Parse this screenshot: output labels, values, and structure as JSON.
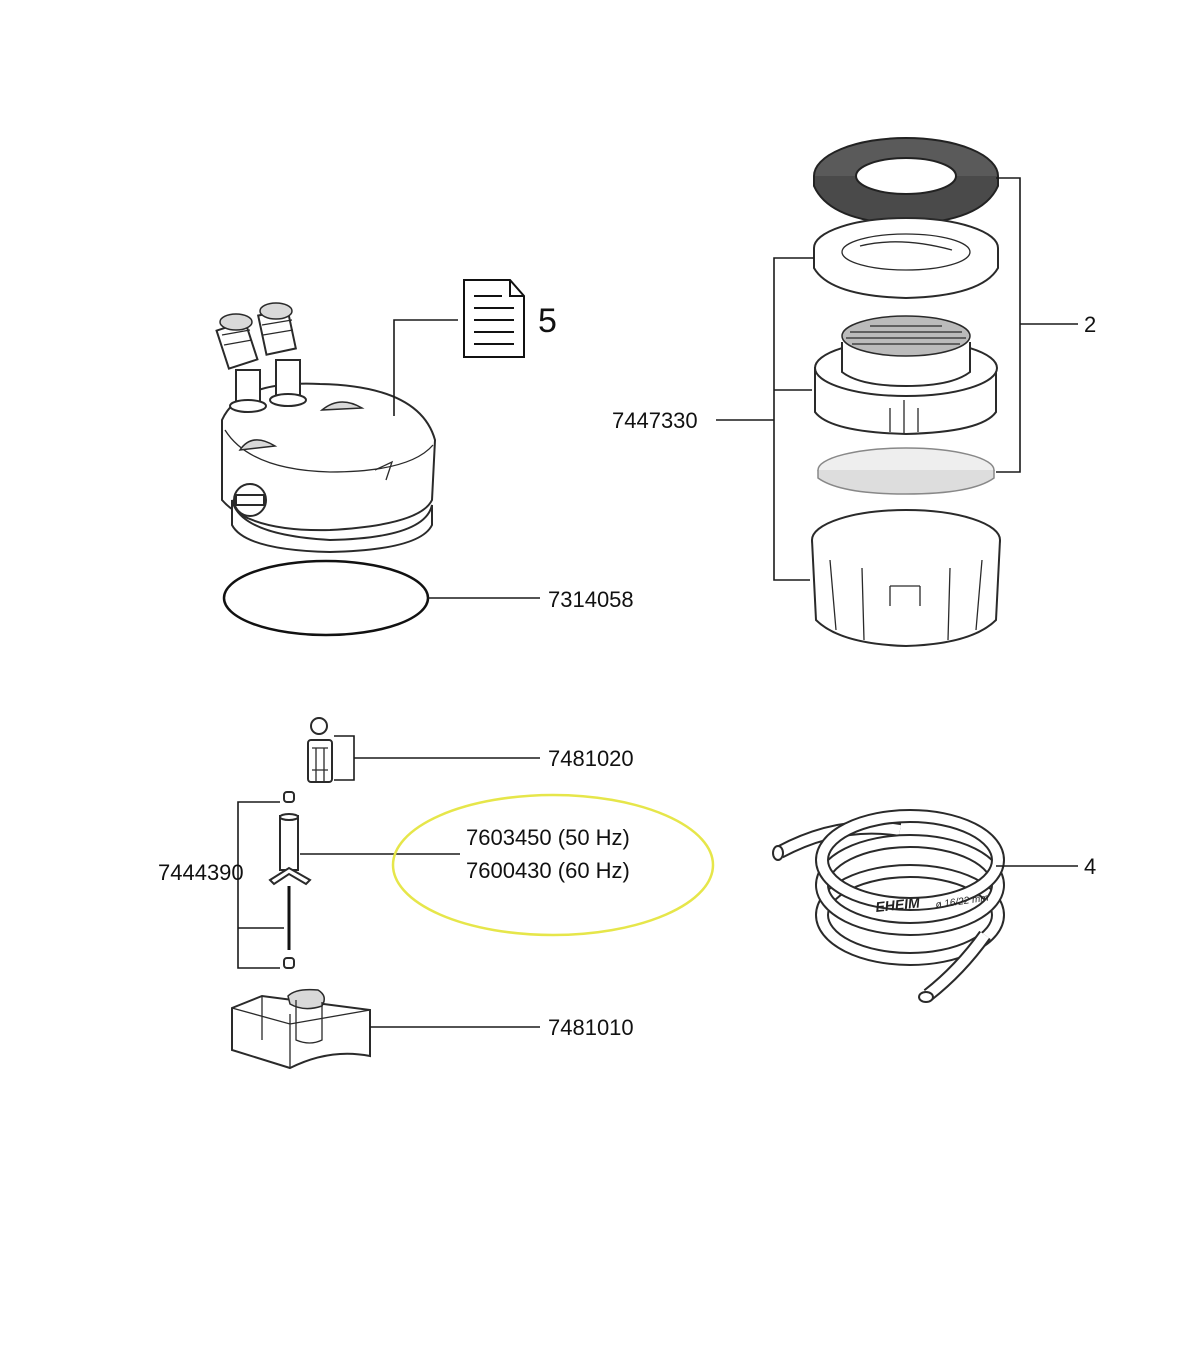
{
  "labels": {
    "manual": "5",
    "gasket_ring": "7314058",
    "filter_set": "2",
    "basket_assembly": "7447330",
    "bearing": "7481020",
    "impeller_axle": "7444390",
    "impeller_50hz": "7603450 (50 Hz)",
    "impeller_60hz": "7600430 (60 Hz)",
    "hose": "4",
    "impeller_cover": "7481010",
    "hose_brand": "EHEIM",
    "hose_size": "ø 16/22 mm"
  },
  "colors": {
    "highlight": "#e6e64a",
    "foam": "#5a5a5a",
    "pad": "#eeeeee"
  },
  "icons": {
    "manual": "document-icon"
  }
}
